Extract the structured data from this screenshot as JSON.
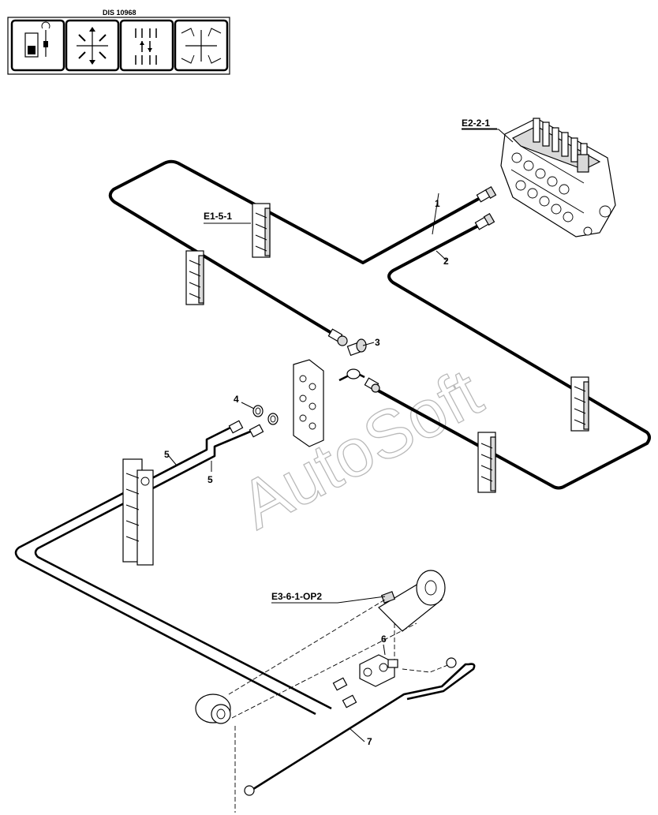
{
  "header": {
    "code": "DIS 10968",
    "icons": [
      "control-lever-icon",
      "boom-movement-icon",
      "arrows-pattern-icon",
      "excavator-movement-icon"
    ]
  },
  "assembly_labels": {
    "valve": "E2-2-1",
    "bracket": "E1-5-1",
    "cylinder": "E3-6-1-OP2"
  },
  "callouts": {
    "c1": "1",
    "c2": "2",
    "c3": "3",
    "c4": "4",
    "c5a": "5",
    "c5b": "5",
    "c6": "6",
    "c7": "7"
  },
  "watermark": "AutoSoft"
}
